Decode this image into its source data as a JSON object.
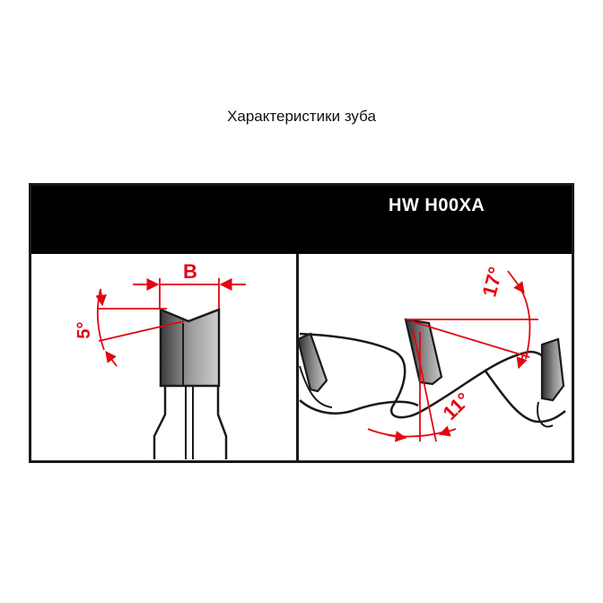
{
  "title": "Характеристики зуба",
  "header": {
    "model_code": "HW  H00XA"
  },
  "left_panel": {
    "width_label": "B",
    "bevel_angle": "5°"
  },
  "right_panel": {
    "clearance_angle": "17°",
    "hook_angle": "11°"
  },
  "colors": {
    "accent": "#e30613",
    "band": "#000000",
    "outline": "#1a1a1a",
    "tooth_dark": "#3c3c3c",
    "tooth_light": "#b4b4b4"
  }
}
